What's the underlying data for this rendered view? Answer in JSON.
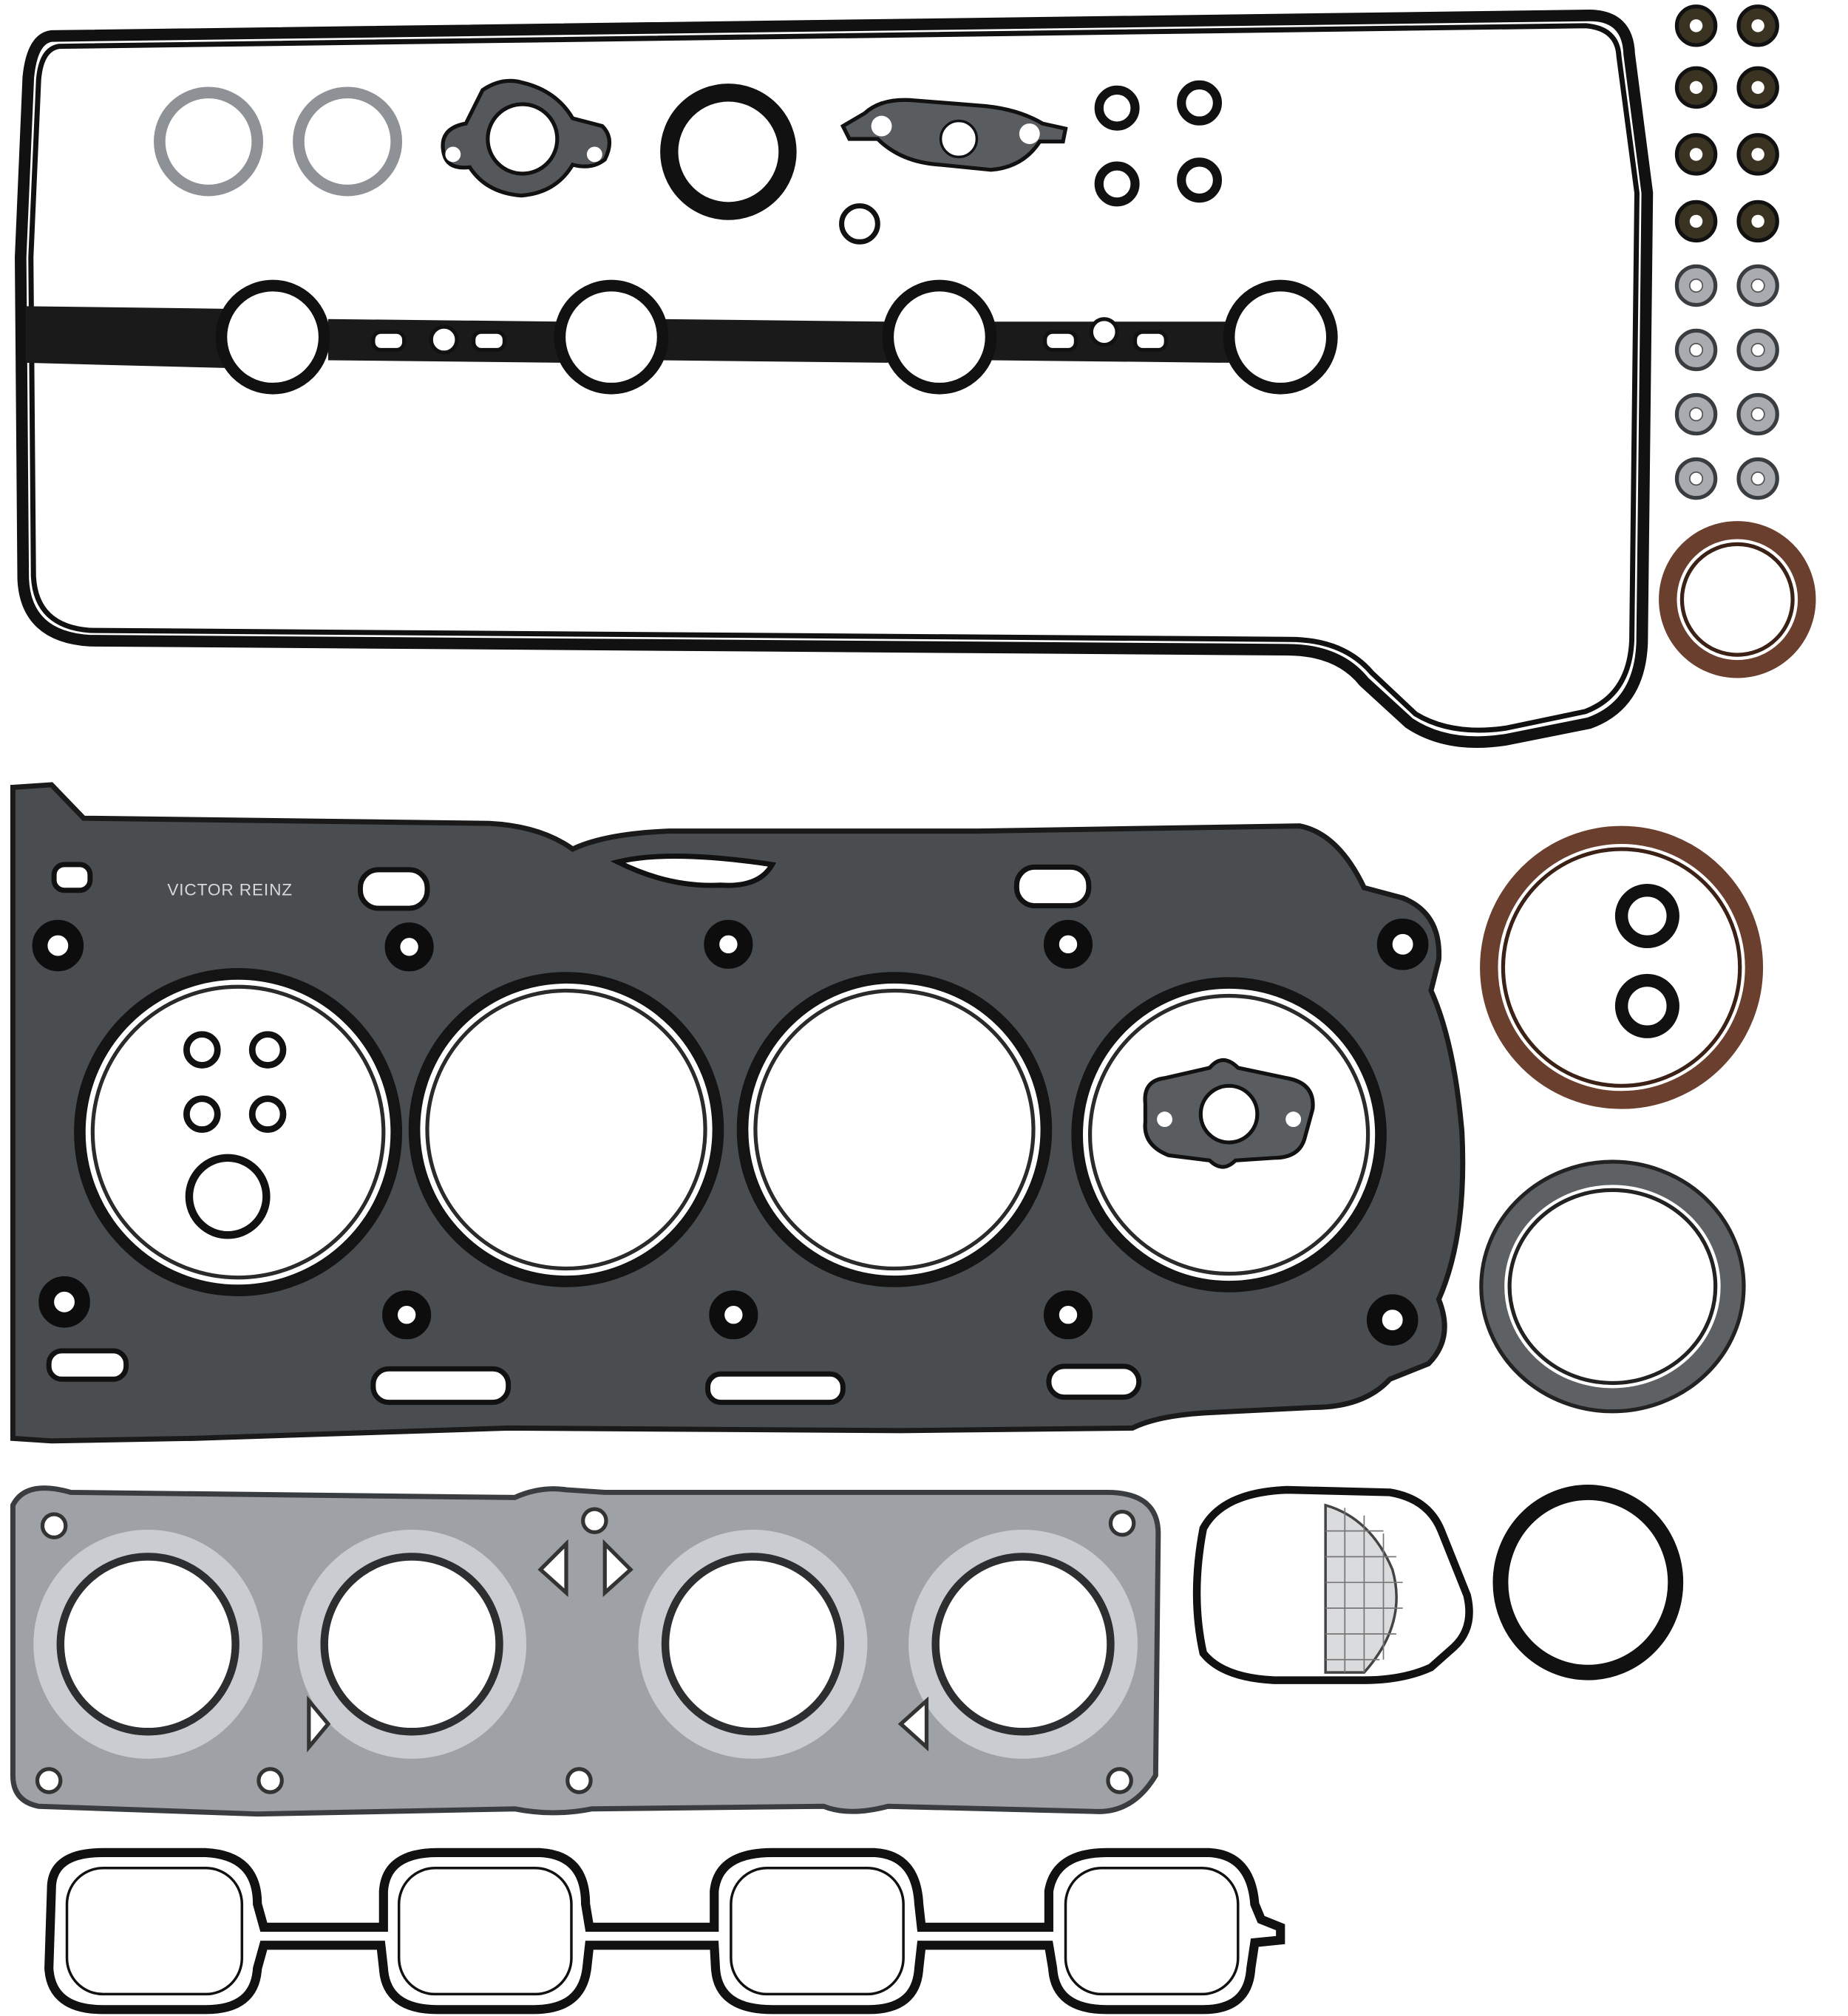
{
  "image": {
    "description_kind": "product photo: full engine gasket set laid out on white background",
    "background_color": "#ffffff",
    "colors": {
      "rubber": "#111111",
      "mls_steel": "#4a4d50",
      "exhaust_steel": "#9ea2a6",
      "seal_brown": "#6b3f2e"
    }
  },
  "head_gasket": {
    "brand_mark": "VICTOR REINZ",
    "cylinder_count": 4
  },
  "valve_stem_seals": {
    "dark_count": 8,
    "grey_count": 8
  },
  "exhaust_gasket": {
    "port_count": 4
  },
  "intake_gasket": {
    "port_count": 4
  }
}
